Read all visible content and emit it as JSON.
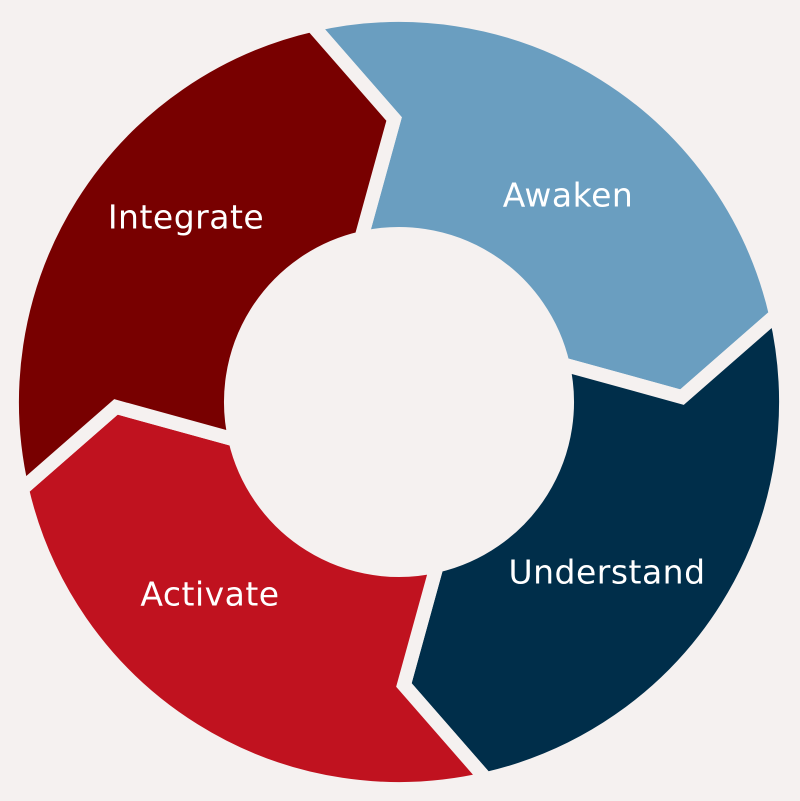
{
  "diagram": {
    "type": "cycle",
    "background": "#f5f1f0",
    "segments": [
      {
        "label": "Awaken",
        "color": "#6a9ec0"
      },
      {
        "label": "Understand",
        "color": "#002e4a"
      },
      {
        "label": "Activate",
        "color": "#c0121f"
      },
      {
        "label": "Integrate",
        "color": "#780000"
      }
    ]
  }
}
